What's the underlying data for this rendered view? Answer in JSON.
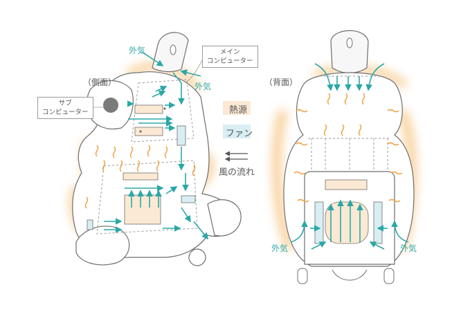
{
  "views": {
    "side": "（側面）",
    "back": "（背面）"
  },
  "callouts": {
    "main_computer": [
      "メイン",
      "コンピューター"
    ],
    "sub_computer": [
      "サブ",
      "コンピューター"
    ]
  },
  "outside_air_label": "外気",
  "legend": {
    "heat_source": "熱源",
    "fan": "ファン",
    "airflow": "風の流れ"
  },
  "colors": {
    "airflow": "#2aa7a6",
    "heat_glow": "#f7c98a",
    "heat_source_fill": "#fbe9d3",
    "fan_fill": "#d8eef2",
    "outline": "#6d6d6d"
  }
}
